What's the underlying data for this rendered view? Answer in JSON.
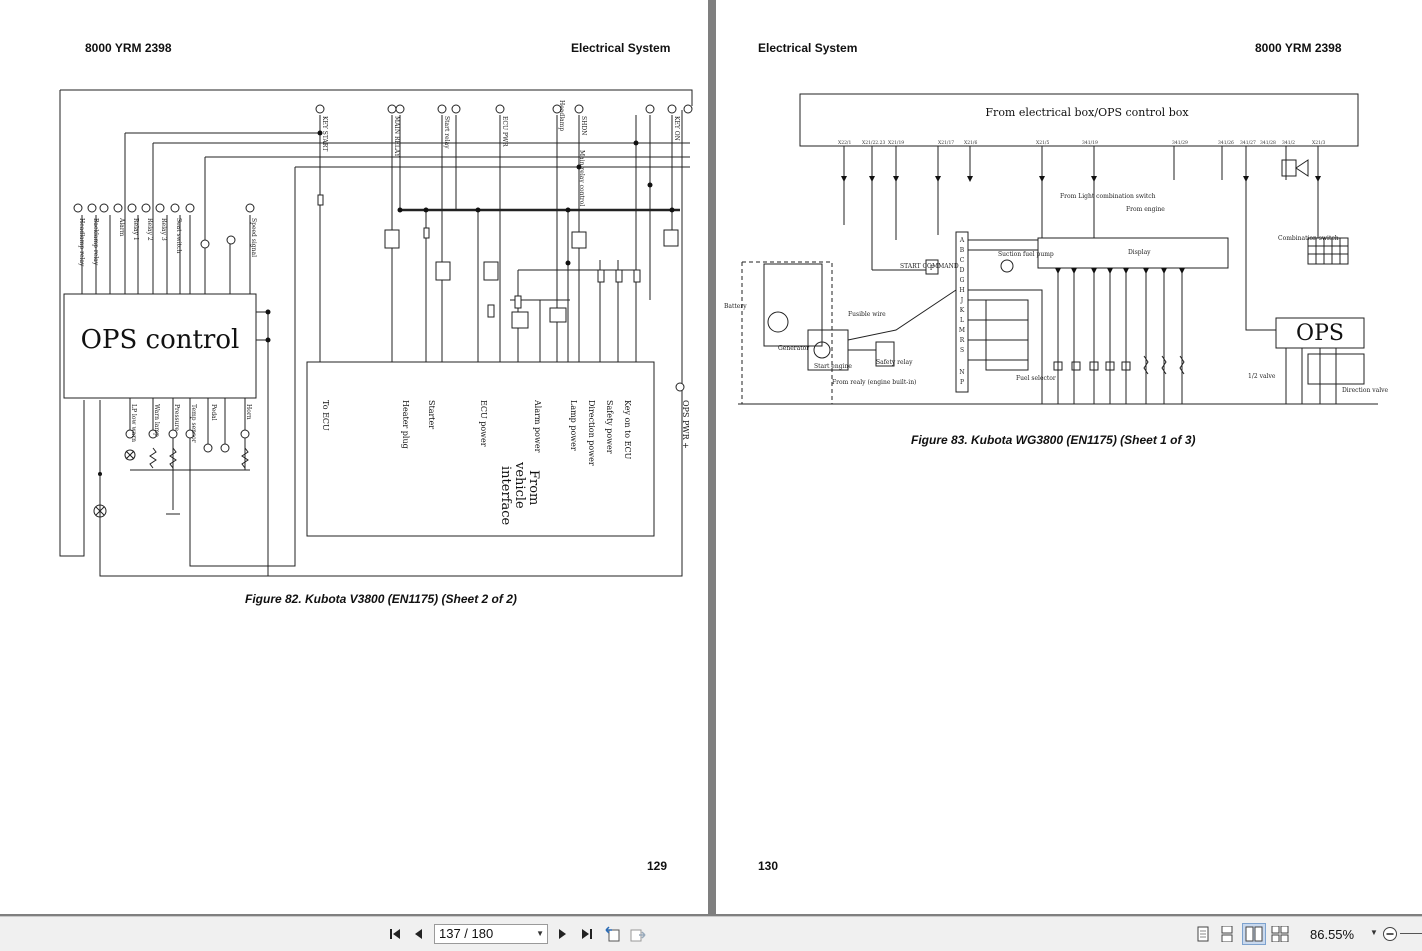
{
  "left_page": {
    "doc_code": "8000 YRM 2398",
    "section": "Electrical System",
    "diagram": {
      "ops_label": "OPS control",
      "vehicle_interface": [
        "From",
        "vehicle",
        "interface"
      ],
      "bottom_labels": [
        "To ECU",
        "Heater plug",
        "Starter",
        "ECU power",
        "Alarm power",
        "Lamp power",
        "Direction power",
        "Safety power",
        "Key on to ECU",
        "OPS PWR +"
      ],
      "relay_label": "Main relay control"
    },
    "caption": "Figure 82. Kubota V3800 (EN1175) (Sheet 2 of 2)",
    "page_number": "129"
  },
  "right_page": {
    "section": "Electrical System",
    "doc_code": "8000 YRM 2398",
    "diagram": {
      "box_title": "From electrical box/OPS control box",
      "ops_label": "OPS",
      "labels": [
        "From Light combination switch",
        "From engine",
        "Display",
        "START COMMAND",
        "Suction fuel pump",
        "From realy (engine built-in)",
        "Combination switch",
        "1/2 valve",
        "Direction valve",
        "Fuel selector",
        "Battery",
        "Generator",
        "Start engine",
        "Fusible wire",
        "Safety relay"
      ]
    },
    "caption": "Figure 83. Kubota WG3800 (EN1175) (Sheet 1 of 3)",
    "page_number": "130"
  },
  "toolbar": {
    "page_field": "137 / 180",
    "zoom": "86.55%",
    "icons": [
      "first-page-icon",
      "prev-page-icon",
      "next-page-icon",
      "last-page-icon",
      "prev-view-icon",
      "next-view-icon",
      "single-page-icon",
      "continuous-icon",
      "facing-icon",
      "continuous-facing-icon",
      "zoom-out-icon"
    ]
  }
}
